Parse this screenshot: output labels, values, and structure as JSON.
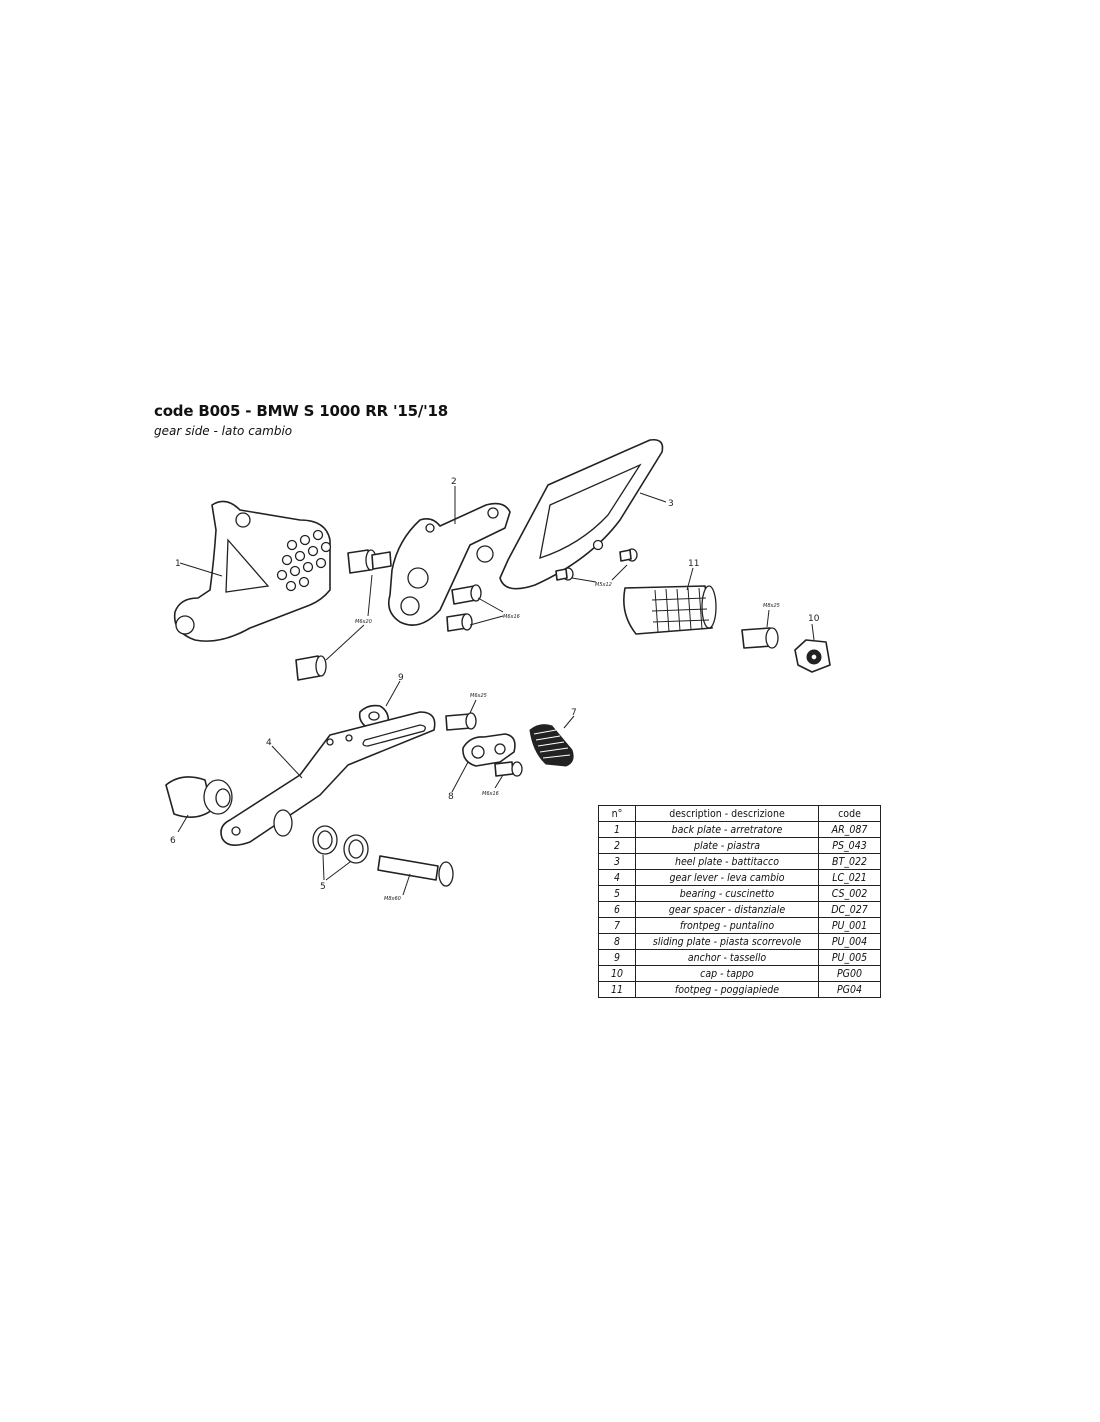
{
  "header": {
    "title": "code B005 - BMW S 1000 RR '15/'18",
    "subtitle": "gear side - lato cambio"
  },
  "labels": {
    "p1": "1",
    "p2": "2",
    "p3": "3",
    "p4": "4",
    "p5": "5",
    "p6": "6",
    "p7": "7",
    "p8": "8",
    "p9": "9",
    "p10": "10",
    "p11": "11",
    "m6x20": "M6x20",
    "m6x16": "M6x16",
    "m5x12": "M5x12",
    "m8x25_a": "M8x25",
    "m6x25": "M6x25",
    "m6x16_b": "M6x16",
    "m8x60": "M8x60"
  },
  "table": {
    "headers": [
      "n°",
      "description - descrizione",
      "code"
    ],
    "rows": [
      [
        "1",
        "back plate - arretratore",
        "AR_087"
      ],
      [
        "2",
        "plate - piastra",
        "PS_043"
      ],
      [
        "3",
        "heel plate - battitacco",
        "BT_022"
      ],
      [
        "4",
        "gear lever - leva cambio",
        "LC_021"
      ],
      [
        "5",
        "bearing - cuscinetto",
        "CS_002"
      ],
      [
        "6",
        "gear spacer - distanziale",
        "DC_027"
      ],
      [
        "7",
        "frontpeg - puntalino",
        "PU_001"
      ],
      [
        "8",
        "sliding plate - piasta scorrevole",
        "PU_004"
      ],
      [
        "9",
        "anchor - tassello",
        "PU_005"
      ],
      [
        "10",
        "cap - tappo",
        "PG00"
      ],
      [
        "11",
        "footpeg - poggiapiede",
        "PG04"
      ]
    ]
  }
}
